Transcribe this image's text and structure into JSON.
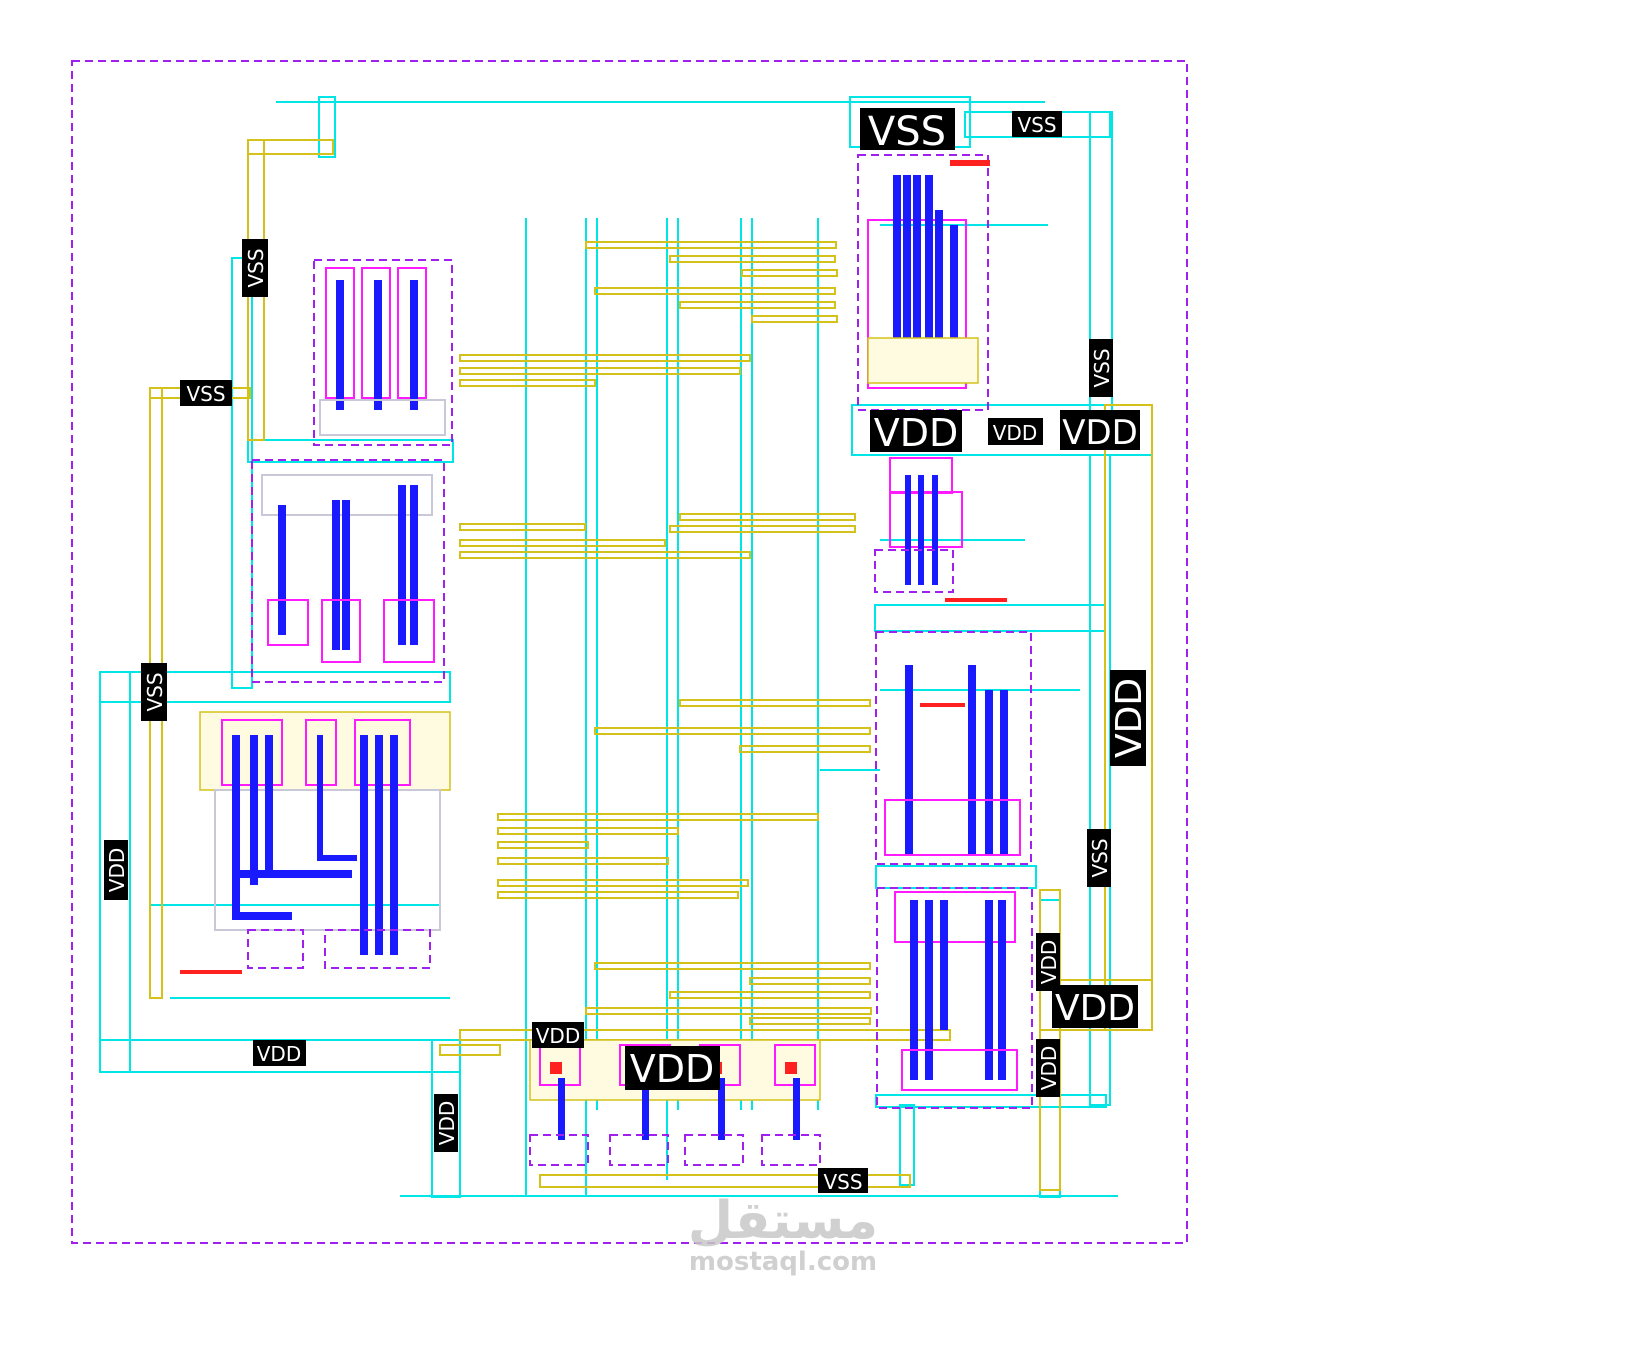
{
  "layout": {
    "labels": {
      "vss_top_big": "VSS",
      "vss_top_small": "VSS",
      "vss_left_upper": "VSS",
      "vss_left_mid": "VSS",
      "vss_left_lower": "VSS",
      "vss_right_upper": "VSS",
      "vss_right_lower": "VSS",
      "vss_bottom": "VSS",
      "vdd_top_big": "VDD",
      "vdd_top_small": "VDD",
      "vdd_top_right": "VDD",
      "vdd_right_vertical": "VDD",
      "vdd_right_mid": "VDD",
      "vdd_right_big": "VDD",
      "vdd_right_low": "VDD",
      "vdd_left_vertical": "VDD",
      "vdd_bottom_left": "VDD",
      "vdd_bottom_vertical": "VDD",
      "vdd_bottom_small": "VDD",
      "vdd_bottom_big": "VDD"
    },
    "colors": {
      "metal1": "#00e5e5",
      "metal2": "#d4c21a",
      "poly": "#1a1aff",
      "diffusion": "#ff1aff",
      "boundary": "#a020f0",
      "contact": "#ff2020"
    }
  },
  "watermark": {
    "arabic": "مستقل",
    "site": "mostaql.com"
  }
}
